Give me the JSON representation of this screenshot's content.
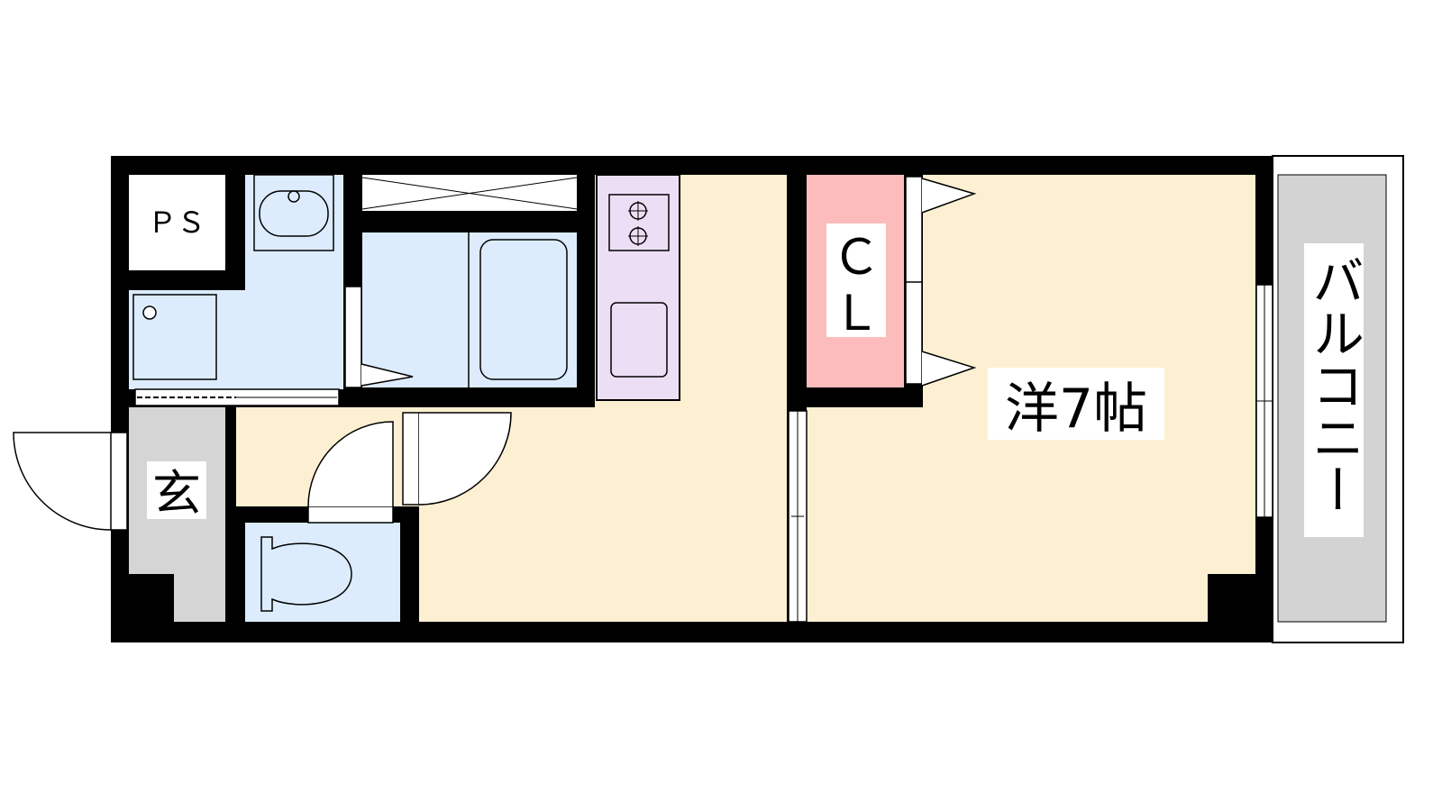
{
  "rooms": {
    "ps": "ＰＳ",
    "closet_c": "Ｃ",
    "closet_l": "Ｌ",
    "entrance": "玄",
    "western_room": "洋7帖",
    "balcony": "バルコニー"
  },
  "colors": {
    "wall": "#000000",
    "floor": "#fdf0d2",
    "wet_area": "#dcecfd",
    "kitchen": "#ecdff5",
    "closet": "#fcbcbc",
    "entrance": "#d5d5d5",
    "balcony": "#d3d3d3"
  }
}
